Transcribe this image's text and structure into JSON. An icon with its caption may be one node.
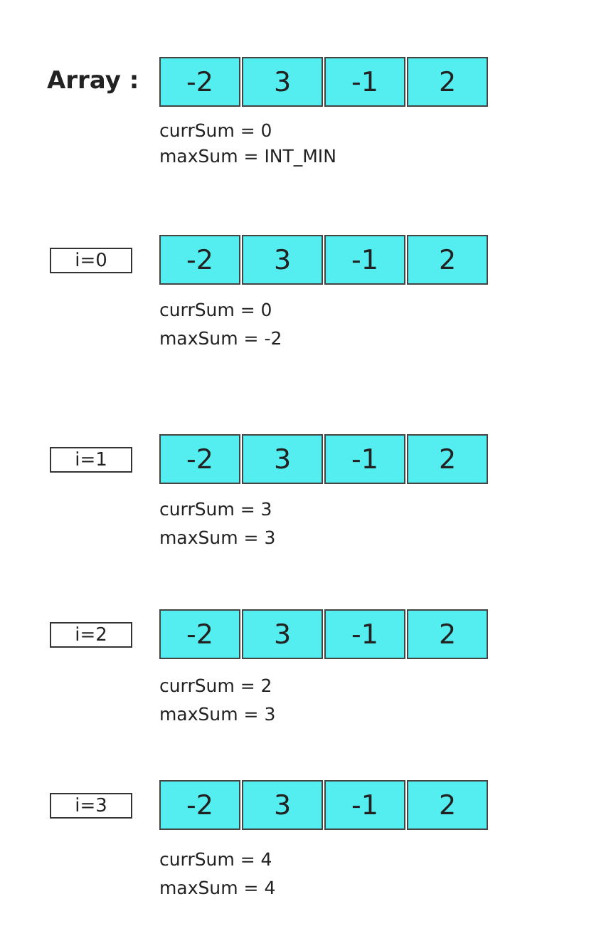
{
  "diagram": {
    "nodes": [
      {
        "text": [
          "-2"
        ]
      },
      {
        "text": [
          "3"
        ]
      },
      {
        "text": [
          "-1"
        ]
      },
      {
        "text": [
          "2"
        ]
      },
      {
        "text": [
          "i=0"
        ]
      },
      {
        "text": [
          "-2"
        ]
      },
      {
        "text": [
          "3"
        ]
      },
      {
        "text": [
          "-1"
        ]
      },
      {
        "text": [
          "2"
        ]
      },
      {
        "text": [
          "i=1"
        ]
      },
      {
        "text": [
          "-2"
        ]
      },
      {
        "text": [
          "3"
        ]
      },
      {
        "text": [
          "-1"
        ]
      },
      {
        "text": [
          "2"
        ]
      },
      {
        "text": [
          "i=2"
        ]
      },
      {
        "text": [
          "-2"
        ]
      },
      {
        "text": [
          "3"
        ]
      },
      {
        "text": [
          "-1"
        ]
      },
      {
        "text": [
          "2"
        ]
      },
      {
        "text": [
          "i=3"
        ]
      },
      {
        "text": [
          "-2"
        ]
      },
      {
        "text": [
          "3"
        ]
      },
      {
        "text": [
          "-1"
        ]
      },
      {
        "text": [
          "2"
        ]
      }
    ],
    "labels": [
      "Array :",
      "currSum = 0",
      "maxSum = INT_MIN",
      "currSum = 0",
      "maxSum = -2",
      "currSum = 3",
      "maxSum = 3",
      "currSum = 2",
      "maxSum = 3",
      "currSum = 4",
      "maxSum = 4"
    ]
  }
}
